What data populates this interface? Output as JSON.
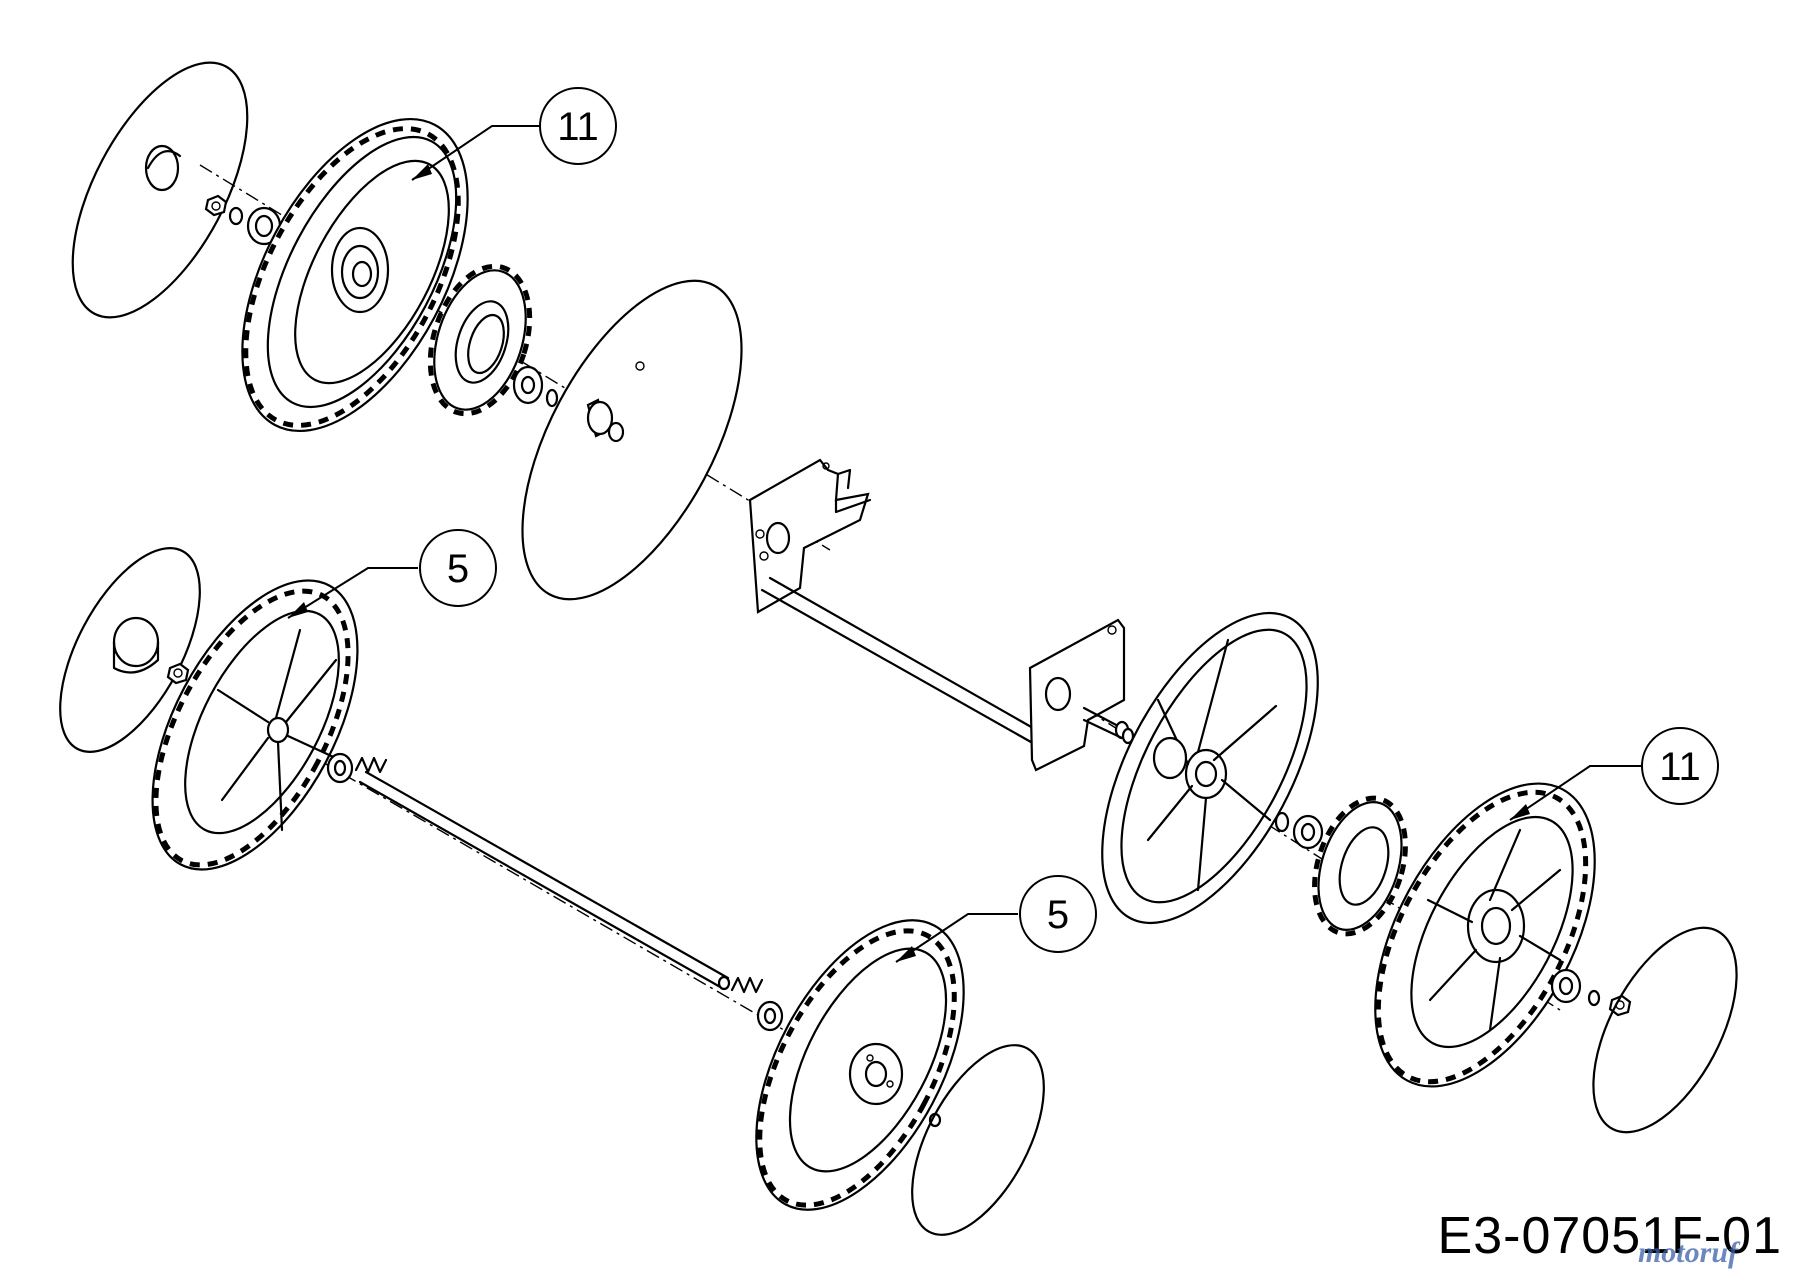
{
  "callouts": [
    {
      "id": "wheel-rear-left",
      "label": "11"
    },
    {
      "id": "wheel-front-left",
      "label": "5"
    },
    {
      "id": "wheel-front-right",
      "label": "5"
    },
    {
      "id": "wheel-rear-right",
      "label": "11"
    }
  ],
  "drawing_number": "E3-07051F-01",
  "watermark": "motoruf"
}
